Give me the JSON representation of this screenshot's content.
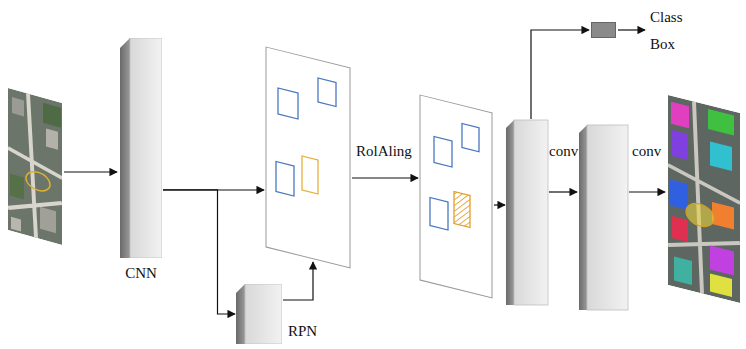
{
  "diagram": {
    "nodes": [
      {
        "text": [
          "CNN"
        ]
      },
      {
        "text": [
          "RPN"
        ]
      },
      {
        "text": [
          "Class Box"
        ]
      }
    ],
    "edges": [
      {
        "from": 0,
        "to": 1,
        "arrow": "to"
      }
    ],
    "labels": [
      "RolAling",
      "conv",
      "conv"
    ]
  }
}
